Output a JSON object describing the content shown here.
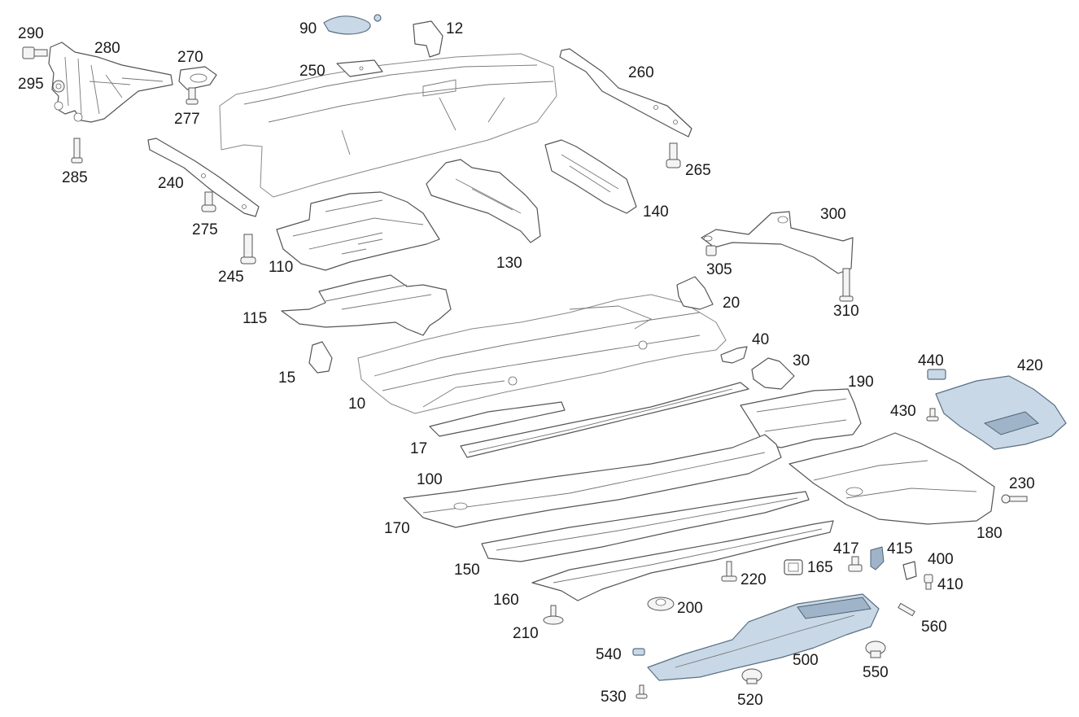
{
  "callouts": {
    "p12": "12",
    "p90": "90",
    "p250": "250",
    "p260": "260",
    "p265": "265",
    "p290": "290",
    "p280": "280",
    "p270": "270",
    "p295": "295",
    "p277": "277",
    "p285": "285",
    "p240": "240",
    "p275": "275",
    "p245": "245",
    "p110": "110",
    "p130": "130",
    "p140": "140",
    "p300": "300",
    "p305": "305",
    "p310": "310",
    "p20": "20",
    "p115": "115",
    "p15": "15",
    "p40": "40",
    "p30": "30",
    "p10": "10",
    "p190": "190",
    "p440": "440",
    "p420": "420",
    "p430": "430",
    "p17": "17",
    "p100": "100",
    "p230": "230",
    "p170": "170",
    "p180": "180",
    "p417": "417",
    "p415": "415",
    "p400": "400",
    "p150": "150",
    "p165": "165",
    "p220": "220",
    "p410": "410",
    "p160": "160",
    "p200": "200",
    "p560": "560",
    "p210": "210",
    "p540": "540",
    "p500": "500",
    "p550": "550",
    "p530": "530",
    "p520": "520"
  }
}
